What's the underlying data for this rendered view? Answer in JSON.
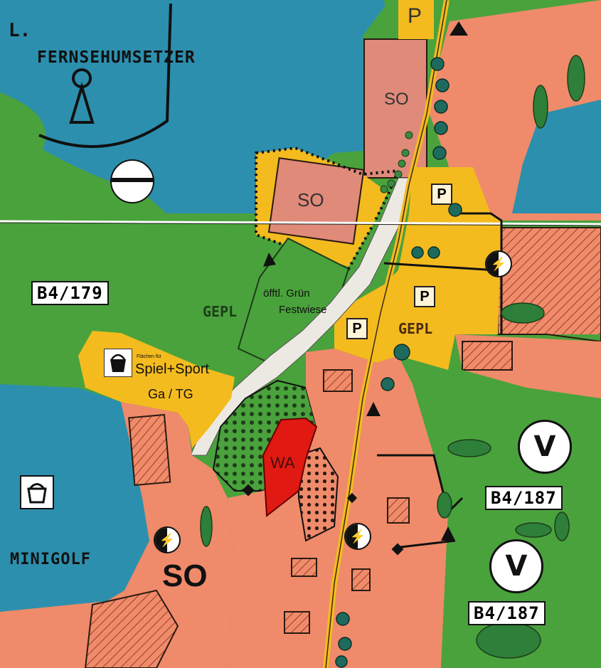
{
  "map": {
    "labels": {
      "corner_l": "L.",
      "fernsehumsetzer": "FERNSEHUMSETZER",
      "so_top": "SO",
      "so_mid": "SO",
      "so_bottom": "SO",
      "gepl_left": "GEPL",
      "gepl_right": "GEPL",
      "oeffentl_gruen": "öfftl. Grün",
      "festwiese": "Festwiese",
      "flaechen_fuer": "Flächen für",
      "spiel_sport": "Spiel+Sport",
      "ga_tg": "Ga / TG",
      "wa": "WA",
      "minigolf": "MINIGOLF",
      "v1": "V",
      "v2": "V"
    },
    "references": {
      "b4_179": "B4/179",
      "b4_187_a": "B4/187",
      "b4_187_b": "B4/187"
    },
    "parking": {
      "p_top": "P",
      "p_box1": "P",
      "p_box2": "P",
      "p_box3": "P"
    },
    "icons": {
      "bucket": "bucket-icon",
      "power": "power-station-icon",
      "transmitter": "transmitter-icon",
      "tree": "tree-icon"
    },
    "colors": {
      "blue_zone": "#2d8fae",
      "green_zone": "#4aa23c",
      "salmon_zone": "#ef8b6a",
      "red_zone": "#e01a12",
      "yellow_zone": "#f4bb1f",
      "road": "#ece9e3"
    }
  }
}
